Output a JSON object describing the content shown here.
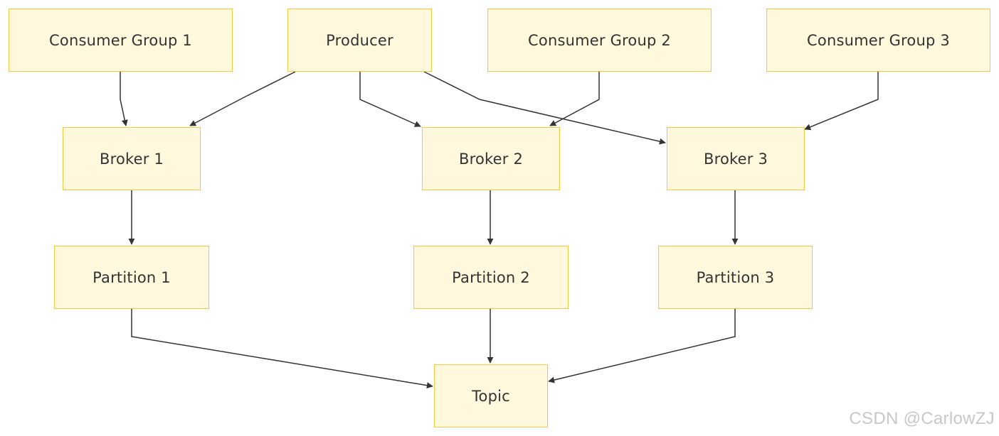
{
  "nodes": {
    "consumer_group_1": "Consumer Group 1",
    "producer": "Producer",
    "consumer_group_2": "Consumer Group 2",
    "consumer_group_3": "Consumer Group 3",
    "broker_1": "Broker 1",
    "broker_2": "Broker 2",
    "broker_3": "Broker 3",
    "partition_1": "Partition 1",
    "partition_2": "Partition 2",
    "partition_3": "Partition 3",
    "topic": "Topic"
  },
  "edges": [
    {
      "from": "consumer_group_1",
      "to": "broker_1"
    },
    {
      "from": "producer",
      "to": "broker_1"
    },
    {
      "from": "producer",
      "to": "broker_2"
    },
    {
      "from": "producer",
      "to": "broker_3"
    },
    {
      "from": "consumer_group_2",
      "to": "broker_2"
    },
    {
      "from": "consumer_group_3",
      "to": "broker_3"
    },
    {
      "from": "broker_1",
      "to": "partition_1"
    },
    {
      "from": "broker_2",
      "to": "partition_2"
    },
    {
      "from": "broker_3",
      "to": "partition_3"
    },
    {
      "from": "partition_1",
      "to": "topic"
    },
    {
      "from": "partition_2",
      "to": "topic"
    },
    {
      "from": "partition_3",
      "to": "topic"
    }
  ],
  "colors": {
    "node_fill": "#fff8dc",
    "node_border": "#f5c842",
    "edge": "#333333",
    "watermark": "#c8c8c8"
  },
  "watermark": "CSDN @CarlowZJ"
}
